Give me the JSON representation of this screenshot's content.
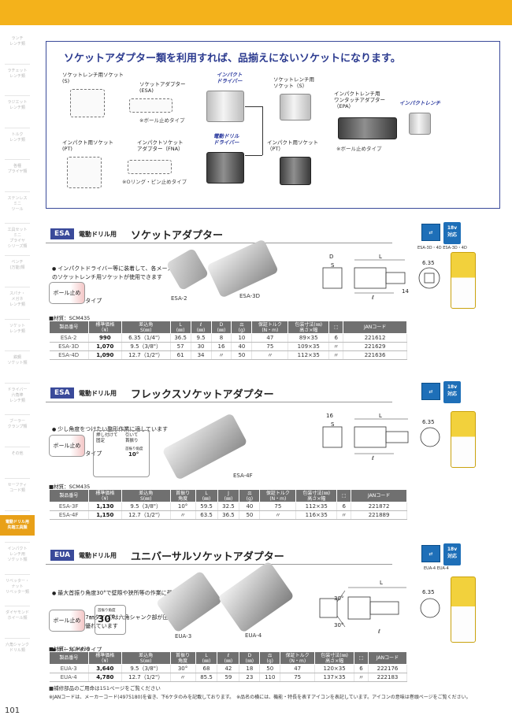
{
  "page_number": "101",
  "sidebar": [
    {
      "label": "ランチ\nレンチ類",
      "active": false
    },
    {
      "label": "ラチェット\nレンチ類",
      "active": false
    },
    {
      "label": "ラジエット\nレンチ類",
      "active": false
    },
    {
      "label": "トルク\nレンチ類",
      "active": false
    },
    {
      "label": "各種\nプライヤ類",
      "active": false
    },
    {
      "label": "ステンレス\nミニ\nツール",
      "active": false
    },
    {
      "label": "工具セット\nミニ\nプライヤ\nシリーズ類",
      "active": false
    },
    {
      "label": "ベンチ\n(万能)類",
      "active": false
    },
    {
      "label": "スパナ・\nメガネ\nレンチ類",
      "active": false
    },
    {
      "label": "ソケット\nレンチ類",
      "active": false
    },
    {
      "label": "鉄鋼\nソケット類",
      "active": false
    },
    {
      "label": "ドライバー\n六角棒\nレンチ類",
      "active": false
    },
    {
      "label": "ブーラー\nクランプ類",
      "active": false
    },
    {
      "label": "その他",
      "active": false
    },
    {
      "label": "セーフティ\nコード類",
      "active": false
    },
    {
      "label": "電動ドリル用\n先端工具類",
      "active": true
    },
    {
      "label": "インパクト\nレンチ用\nソケット類",
      "active": false
    },
    {
      "label": "リベッター・\nナット\nリベッター類",
      "active": false
    },
    {
      "label": "ダイヤモンド\nホイール類",
      "active": false
    },
    {
      "label": "六角シャンク\nドリル類",
      "active": false
    }
  ],
  "intro": {
    "title": "ソケットアダプター類を利用すれば、品揃えにないソケットになります。",
    "labels": {
      "socket_wrench_socket": "ソケットレンチ用ソケット\n(S)",
      "socket_adapter": "ソケットアダプター\n(ESA)",
      "ball_stop_1": "※ボール止めタイプ",
      "impact_driver": "インパクト\nドライバー",
      "socket_wrench_socket2": "ソケットレンチ用\nソケット（S）",
      "impact_wrench_onetouch": "インパクトレンチ用\nワンタッチアダプター\n（EPA）",
      "impact_wrench": "インパクトレンチ",
      "ball_stop_2": "※ボール止めタイプ",
      "impact_socket_pt": "インパクト用ソケット\n(PT)",
      "impact_socket_adapter": "インパクトソケット\nアダプター（FNA）",
      "o_ring_type": "※Oリング・ピン止めタイプ",
      "electric_drill_driver": "電動ドリル\nドライバー",
      "impact_socket_pt2": "インパクト用ソケット\n（PT）"
    }
  },
  "sections": [
    {
      "code": "ESA",
      "small": "電動ドリル用",
      "title": "ソケットアダプター",
      "badge_text": "18v\n対応",
      "badge_sub": "ESA-3D・4D   ESA-3D・4D",
      "bullets": [
        "インパクトドライバー等に装着して、各メーカー\nのソケットレンチ用ソケットが使用できます",
        "ボール止めタイプ"
      ],
      "pill": "ボール止め",
      "captions": [
        "ESA-2",
        "ESA-3D"
      ],
      "material": "■材質：SCM435",
      "dims": {
        "d": "D",
        "s": "S",
        "l": "L",
        "ll": "ℓ",
        "a": "6.35",
        "b": "14"
      },
      "headers": [
        "製品番号",
        "標準価格\n（¥）",
        "差込角\nS(㎜)",
        "L\n(㎜)",
        "ℓ\n(㎜)",
        "D\n(㎜)",
        "⚖\n(g)",
        "保証トルク\n(N・m)",
        "包装寸法(㎜)\n高さ×幅",
        "⬚",
        "JANコード"
      ],
      "rows": [
        [
          "ESA-2",
          "990",
          "6.35（1/4\"）",
          "36.5",
          "9.5",
          "8",
          "10",
          "47",
          "89×35",
          "6",
          "221612"
        ],
        [
          "ESA-3D",
          "1,070",
          "9.5（3/8\"）",
          "57",
          "30",
          "16",
          "40",
          "75",
          "109×35",
          "〃",
          "221629"
        ],
        [
          "ESA-4D",
          "1,090",
          "12.7（1/2\"）",
          "61",
          "34",
          "〃",
          "50",
          "〃",
          "112×35",
          "〃",
          "221636"
        ]
      ]
    },
    {
      "code": "ESA",
      "small": "電動ドリル用",
      "title": "フレックスソケットアダプター",
      "badge_text": "18v\n対応",
      "bullets": [
        "少し角度をつけたい整形作業に適しています",
        "ボール止めタイプ"
      ],
      "pill": "ボール止め",
      "captions": [
        "ESA-4F"
      ],
      "inset": {
        "push": "押し付けて\n固定",
        "pull": "引いて\n首振り",
        "angle": "首振り角度",
        "deg": "10°"
      },
      "material": "■材質：SCM435",
      "dims": {
        "d": "16",
        "s": "S",
        "l": "L",
        "ll": "ℓ",
        "a": "6.35"
      },
      "headers": [
        "製品番号",
        "標準価格\n（¥）",
        "差込角\nS(㎜)",
        "首振り\n角度",
        "L\n(㎜)",
        "J\n(㎜)",
        "⚖\n(g)",
        "保証トルク\n(N・m)",
        "包装寸法(㎜)\n高さ×幅",
        "⬚",
        "JANコード"
      ],
      "rows": [
        [
          "ESA-3F",
          "1,130",
          "9.5（3/8\"）",
          "10°",
          "59.5",
          "32.5",
          "40",
          "75",
          "112×35",
          "6",
          "221872"
        ],
        [
          "ESA-4F",
          "1,150",
          "12.7（1/2\"）",
          "〃",
          "63.5",
          "36.5",
          "50",
          "〃",
          "116×35",
          "〃",
          "221889"
        ]
      ]
    },
    {
      "code": "EUA",
      "small": "電動ドリル用",
      "title": "ユニバーサルソケットアダプター",
      "badge_text": "18v\n対応",
      "badge_sub": "EUA-4     EUA-4",
      "bullets": [
        "最大首振り角度30°で壁際や狭所等の作業に最適です",
        "EUA-4(12.7㎜タイプ)は六角シャンク部が圧入式で、\n軸折れ強度に優れています",
        "ボール止めタイプ"
      ],
      "pill": "ボール止め",
      "captions": [
        "EUA-3",
        "EUA-4"
      ],
      "inset": {
        "angle": "首振り角度",
        "deg": "30°"
      },
      "material": "■材質：SCM435",
      "dims": {
        "l": "L",
        "ll": "ℓ",
        "a": "6.35",
        "deg1": "30°",
        "deg2": "30°"
      },
      "headers": [
        "製品番号",
        "標準価格\n（¥）",
        "差込角\nS(㎜)",
        "首振り\n角度",
        "L\n(㎜)",
        "ℓ\n(㎜)",
        "D\n(㎜)",
        "⚖\n(g)",
        "保証トルク\n(N・m)",
        "包装寸法(㎜)\n高さ×幅",
        "⬚",
        "JANコード"
      ],
      "rows": [
        [
          "EUA-3",
          "3,640",
          "9.5（3/8\"）",
          "30°",
          "68",
          "42",
          "18",
          "50",
          "47",
          "120×35",
          "6",
          "222176"
        ],
        [
          "EUA-4",
          "4,780",
          "12.7（1/2\"）",
          "〃",
          "85.5",
          "59",
          "23",
          "110",
          "75",
          "137×35",
          "〃",
          "222183"
        ]
      ],
      "note": "■補修部品のご用命は151ページをご覧ください"
    }
  ],
  "footnote": "※JANコードは、メーカーコード(4975180)を省き、下6ケタのみを記載しております。　※品名の横には、機能・特長を表すアイコンを表記しています。アイコンの意味は巻頭ページをご覧ください。"
}
